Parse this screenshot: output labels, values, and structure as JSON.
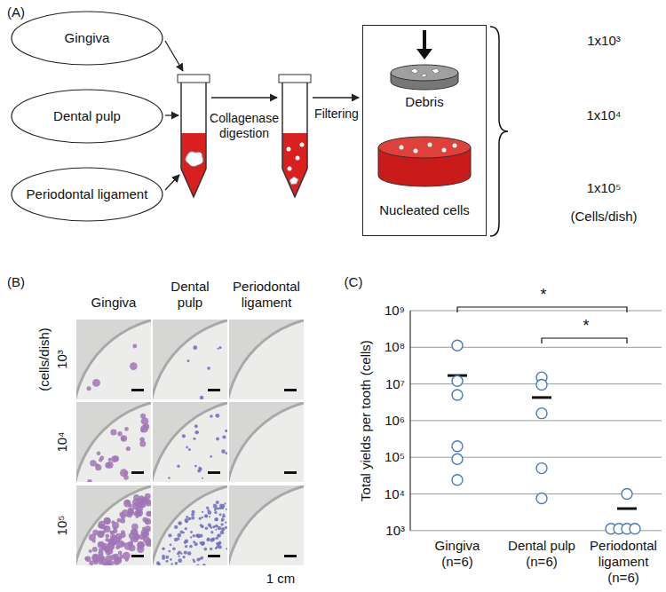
{
  "diagram": {
    "nodes": [
      {
        "text": [
          "Gingiva"
        ]
      },
      {
        "text": [
          "Dental pulp"
        ]
      },
      {
        "text": [
          "Periodontal ligament"
        ]
      },
      {
        "text": [
          "Debris",
          "Nucleated cells"
        ]
      }
    ],
    "labels": [
      "(A)",
      "Collagenase digestion",
      "Filtering",
      "1x10³",
      "1x10⁴",
      "1x10⁵",
      "(Cells/dish)",
      "(B)",
      "Gingiva",
      "Dental pulp",
      "Periodontal ligament",
      "10³",
      "(cells/dish)",
      "10⁴",
      "10⁵",
      "1 cm",
      "(C)",
      "10⁹",
      "10⁸",
      "10⁷",
      "10⁶",
      "10⁵",
      "10⁴",
      "10³",
      "Total yields per tooth (cells)",
      "*",
      "*",
      "Gingiva (n=6)",
      "Dental pulp (n=6)",
      "Periodontal ligament (n=6)"
    ]
  }
}
